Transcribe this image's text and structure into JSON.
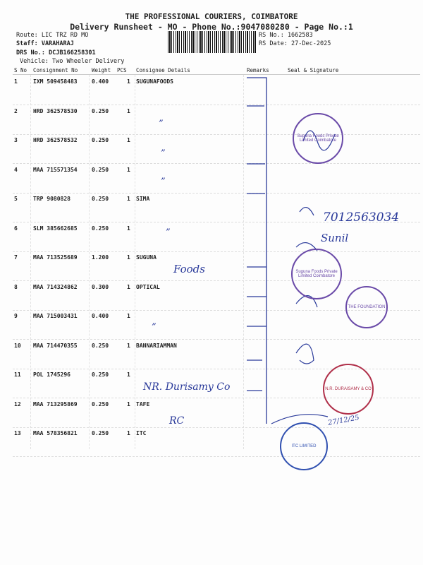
{
  "header": {
    "company": "THE PROFESSIONAL COURIERS, COIMBATORE",
    "title": "Delivery Runsheet - MO - Phone No.:9047080280 - Page No.:1"
  },
  "meta": {
    "route": "Route: LIC TRZ RD MO",
    "staff": "Staff: VARAHARAJ",
    "drs": "DRS No.: DCJB166258301",
    "vehicle": "Vehicle: Two Wheeler Delivery",
    "rs_no": "RS No.: 1662583",
    "rs_date": "RS Date: 27-Dec-2025"
  },
  "columns": {
    "sno": "S No",
    "consignment": "Consignment No",
    "weight": "Weight",
    "pcs": "PCS",
    "consignee": "Consignee Details",
    "remarks": "Remarks",
    "seal": "Seal & Signature"
  },
  "rows": [
    {
      "sno": "1",
      "cn": "IXM 509458483",
      "wt": "0.400",
      "pcs": "1",
      "consignee": "SUGUNAFOODS"
    },
    {
      "sno": "2",
      "cn": "HRD 362578530",
      "wt": "0.250",
      "pcs": "1",
      "consignee": ""
    },
    {
      "sno": "3",
      "cn": "HRD 362578532",
      "wt": "0.250",
      "pcs": "1",
      "consignee": ""
    },
    {
      "sno": "4",
      "cn": "MAA 715571354",
      "wt": "0.250",
      "pcs": "1",
      "consignee": ""
    },
    {
      "sno": "5",
      "cn": "TRP 9080828",
      "wt": "0.250",
      "pcs": "1",
      "consignee": "SIMA"
    },
    {
      "sno": "6",
      "cn": "SLM 385662685",
      "wt": "0.250",
      "pcs": "1",
      "consignee": ""
    },
    {
      "sno": "7",
      "cn": "MAA 713525689",
      "wt": "1.200",
      "pcs": "1",
      "consignee": "SUGUNA"
    },
    {
      "sno": "8",
      "cn": "MAA 714324862",
      "wt": "0.300",
      "pcs": "1",
      "consignee": "OPTICAL"
    },
    {
      "sno": "9",
      "cn": "MAA 715003431",
      "wt": "0.400",
      "pcs": "1",
      "consignee": ""
    },
    {
      "sno": "10",
      "cn": "MAA 714470355",
      "wt": "0.250",
      "pcs": "1",
      "consignee": "BANNARIAMMAN"
    },
    {
      "sno": "11",
      "cn": "POL 1745296",
      "wt": "0.250",
      "pcs": "1",
      "consignee": ""
    },
    {
      "sno": "12",
      "cn": "MAA 713295869",
      "wt": "0.250",
      "pcs": "1",
      "consignee": "TAFE"
    },
    {
      "sno": "13",
      "cn": "MAA 578356821",
      "wt": "0.250",
      "pcs": "1",
      "consignee": "ITC"
    }
  ],
  "handwriting": {
    "ditto": "”",
    "foods": "Foods",
    "durisamy": "NR. Durisamy Co",
    "rc": "RC",
    "phone": "7012563034",
    "name": "Sunil",
    "date": "27/12/25"
  },
  "stamps": {
    "suguna": "Suguna Foods Private Limited Coimbatore",
    "foundation": "THE FOUNDATION",
    "durisamy": "N.R. DURAISAMY & CO",
    "itc": "ITC LIMITED"
  },
  "colors": {
    "ink": "#2a3a9a",
    "stamp_purple": "#6a4aa8",
    "stamp_red": "#b0304a",
    "stamp_blue": "#3050b0"
  }
}
